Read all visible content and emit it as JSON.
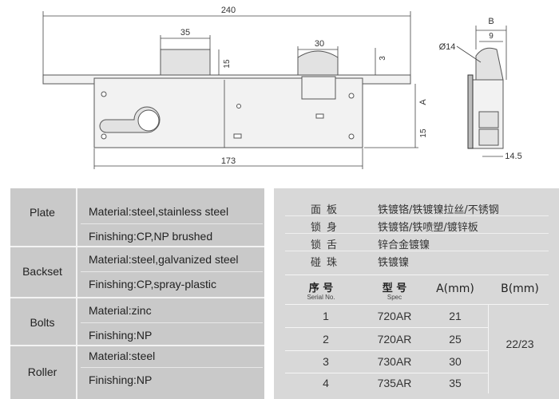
{
  "dimensions": {
    "total_length": "240",
    "d35": "35",
    "d30": "30",
    "d15_top": "15",
    "d3": "3",
    "A": "A",
    "d15_side": "15",
    "d173": "173",
    "B": "B",
    "d9": "9",
    "phi14": "Ø14",
    "d14_5": "14.5"
  },
  "spec_left": {
    "groups": [
      {
        "name": "Plate",
        "rows": [
          "Material:steel,stainless steel",
          "Finishing:CP,NP brushed"
        ]
      },
      {
        "name": "Backset",
        "rows": [
          "Material:steel,galvanized steel",
          "Finishing:CP,spray-plastic"
        ]
      },
      {
        "name": "Bolts",
        "rows": [
          "Material:zinc",
          "Finishing:NP"
        ]
      },
      {
        "name": "Roller",
        "rows": [
          "Material:steel",
          "Finishing:NP"
        ]
      }
    ]
  },
  "spec_right": {
    "materials": [
      {
        "part": "面板",
        "value": "铁镀铬/铁镀镍拉丝/不锈钢"
      },
      {
        "part": "锁身",
        "value": "铁镀铬/铁喷塑/镀锌板"
      },
      {
        "part": "锁舌",
        "value": "锌合金镀镍"
      },
      {
        "part": "碰珠",
        "value": "铁镀镍"
      }
    ],
    "table": {
      "headers": {
        "serial_cn": "序 号",
        "serial_en": "Serial No.",
        "spec_cn": "型 号",
        "spec_en": "Spec",
        "a": "A(mm)",
        "b": "B(mm)"
      },
      "rows": [
        {
          "serial": "1",
          "spec": "720AR",
          "a": "21"
        },
        {
          "serial": "2",
          "spec": "720AR",
          "a": "25"
        },
        {
          "serial": "3",
          "spec": "730AR",
          "a": "30"
        },
        {
          "serial": "4",
          "spec": "735AR",
          "a": "35"
        }
      ],
      "b_value": "22/23"
    }
  }
}
